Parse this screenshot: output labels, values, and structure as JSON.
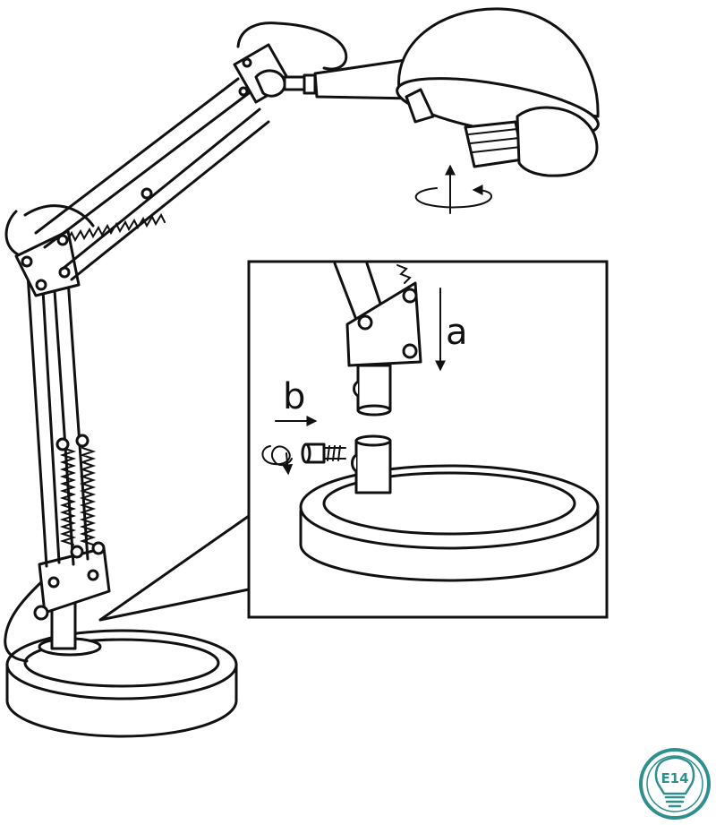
{
  "labels": {
    "step_a": "a",
    "step_b": "b"
  },
  "badge": {
    "text": "E14",
    "color": "#2f8f8f"
  },
  "colors": {
    "stroke": "#111111",
    "background": "#ffffff"
  },
  "icons": {
    "lamp": "desk-lamp-illustration",
    "bulb": "bulb-icon",
    "rotate": "rotate-arrows-icon"
  }
}
